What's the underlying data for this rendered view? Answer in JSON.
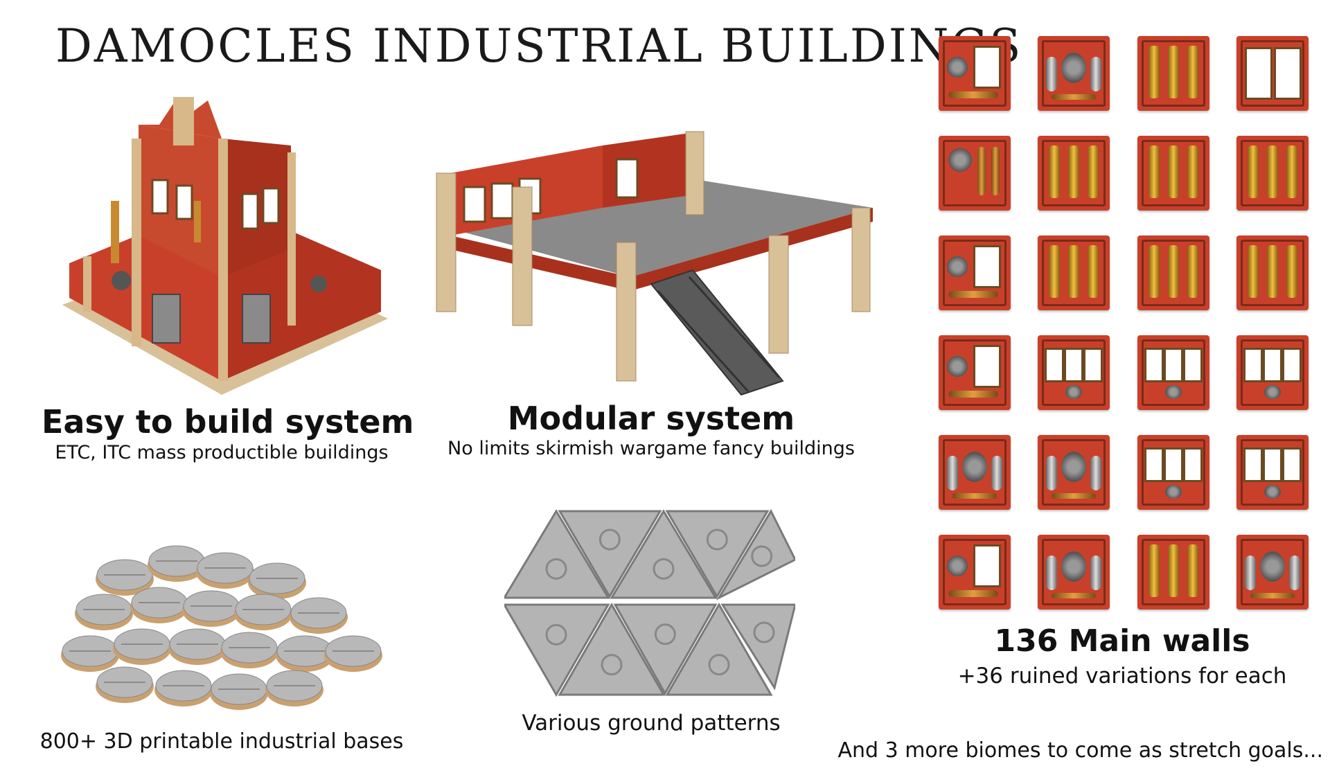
{
  "title": "DAMOCLES INDUSTRIAL BUILDINGS",
  "features": {
    "easy_build": {
      "heading": "Easy to build system",
      "sub": "ETC, ITC mass productible buildings"
    },
    "modular": {
      "heading": "Modular system",
      "sub": "No limits skirmish wargame fancy buildings"
    },
    "main_walls": {
      "heading": "136 Main walls",
      "sub": "+36 ruined variations for each"
    },
    "bases": {
      "caption": "800+ 3D printable industrial bases"
    },
    "ground": {
      "caption": "Various ground patterns"
    },
    "footer": "And 3 more biomes to come as stretch goals..."
  },
  "wall_tiles": {
    "rows": 6,
    "cols": 4,
    "kinds": [
      [
        "gear-window",
        "twin-tanks",
        "brass-pipes",
        "double-window"
      ],
      [
        "gear-pipes",
        "brass-pipes",
        "brass-columns",
        "brass-cylinders"
      ],
      [
        "window-grid",
        "brass-cylinders",
        "brass-cylinders",
        "brass-cylinders"
      ],
      [
        "window-panel",
        "triple-window",
        "triple-window",
        "triple-window"
      ],
      [
        "steel-arches",
        "steel-tank",
        "triple-window",
        "triple-window"
      ],
      [
        "window-brass",
        "steel-machine",
        "brass-machine",
        "grey-machine"
      ]
    ]
  },
  "colors": {
    "wall_red": "#c9402a",
    "brass": "#e0a040",
    "stone": "#c9b08a",
    "grey": "#a8a8a8"
  }
}
